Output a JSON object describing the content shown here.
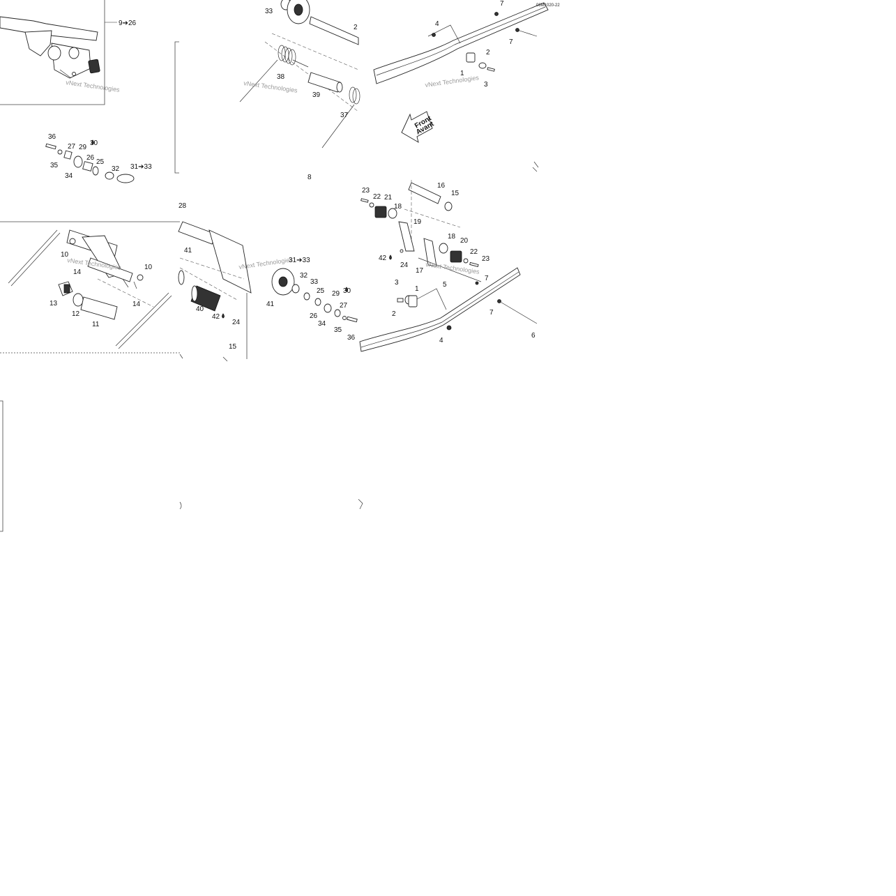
{
  "diagram": {
    "drawing_code": "08M1020-22",
    "watermark": "vNext Technologies",
    "front_label": {
      "line1": "Front",
      "line2": "Avant"
    },
    "callouts": {
      "c_9_26": "9➔26",
      "c_36a": "36",
      "c_27a": "27",
      "c_29a": "29",
      "c_30a": "30",
      "c_26a": "26",
      "c_25a": "25",
      "c_35a": "35",
      "c_34a": "34",
      "c_32a": "32",
      "c_31_33a": "31➔33",
      "c_33top": "33",
      "c_2top": "2",
      "c_38": "38",
      "c_39": "39",
      "c_37": "37",
      "c_4top": "4",
      "c_7top": "7",
      "c_7topb": "7",
      "c_2r": "2",
      "c_1r": "1",
      "c_3r": "3",
      "c_8": "8",
      "c_28": "28",
      "c_10a": "10",
      "c_10b": "10",
      "c_14a": "14",
      "c_14b": "14",
      "c_13": "13",
      "c_12": "12",
      "c_11": "11",
      "c_41a": "41",
      "c_41b": "41",
      "c_31_33b": "31➔33",
      "c_40": "40",
      "c_42a": "42",
      "c_24a": "24",
      "c_32b": "32",
      "c_33b": "33",
      "c_25b": "25",
      "c_29b": "29",
      "c_30b": "30",
      "c_26b": "26",
      "c_27b": "27",
      "c_34b": "34",
      "c_35b": "35",
      "c_36b": "36",
      "c_15a": "15",
      "c_23a": "23",
      "c_22a": "22",
      "c_21": "21",
      "c_18a": "18",
      "c_16": "16",
      "c_15b": "15",
      "c_19": "19",
      "c_18b": "18",
      "c_20": "20",
      "c_22b": "22",
      "c_23b": "23",
      "c_42b": "42",
      "c_24b": "24",
      "c_17": "17",
      "c_5": "5",
      "c_7c": "7",
      "c_7d": "7",
      "c_3b": "3",
      "c_1b": "1",
      "c_2b": "2",
      "c_4b": "4",
      "c_6": "6"
    }
  }
}
